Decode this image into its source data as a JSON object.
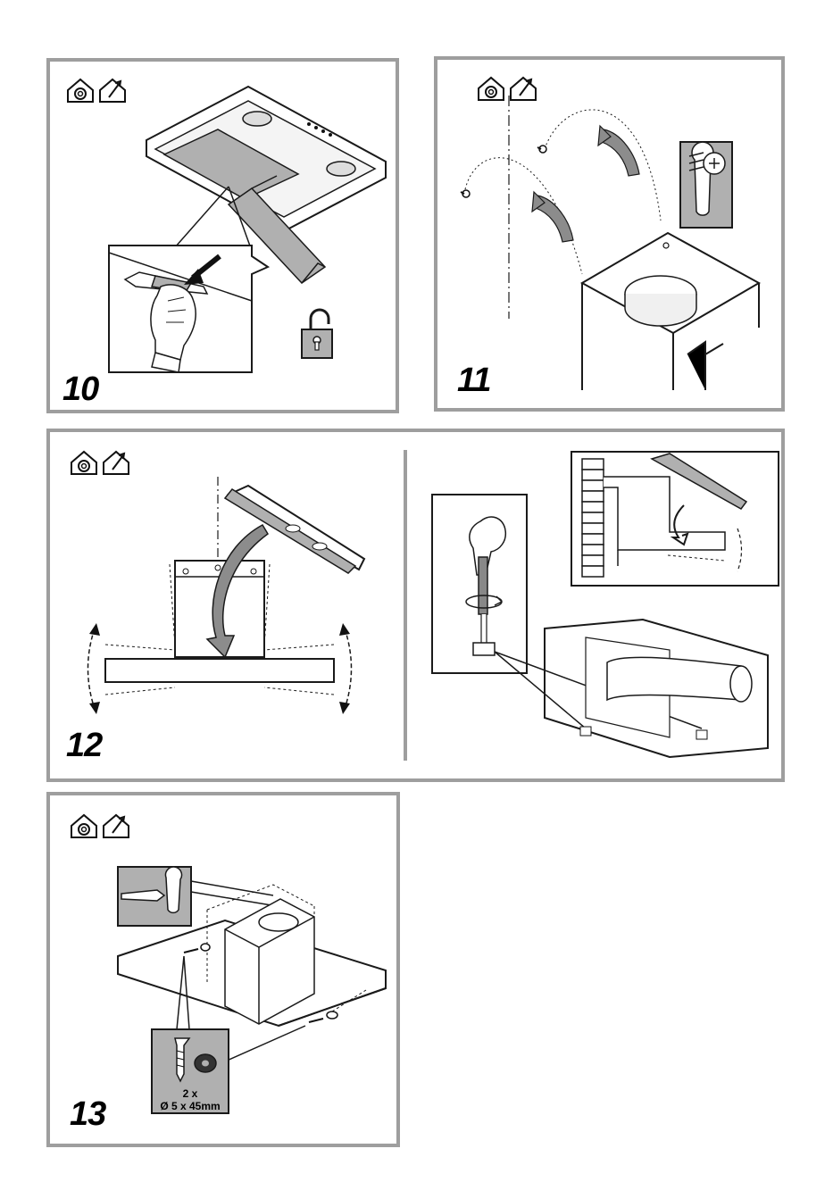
{
  "steps": [
    {
      "number": "10"
    },
    {
      "number": "11"
    },
    {
      "number": "12"
    },
    {
      "number": "13"
    }
  ],
  "screw_spec": {
    "quantity": "2 x",
    "size": "Ø 5 x 45mm"
  },
  "icons": {
    "recirculation": "recirculation-house-icon",
    "ducted": "ducted-house-icon",
    "unlock": "padlock-open-icon"
  },
  "colors": {
    "frame": "#9e9e9e",
    "line": "#1a1a1a",
    "fill_grey": "#b0b0b0",
    "arrow_grey": "#8c8c8c"
  }
}
